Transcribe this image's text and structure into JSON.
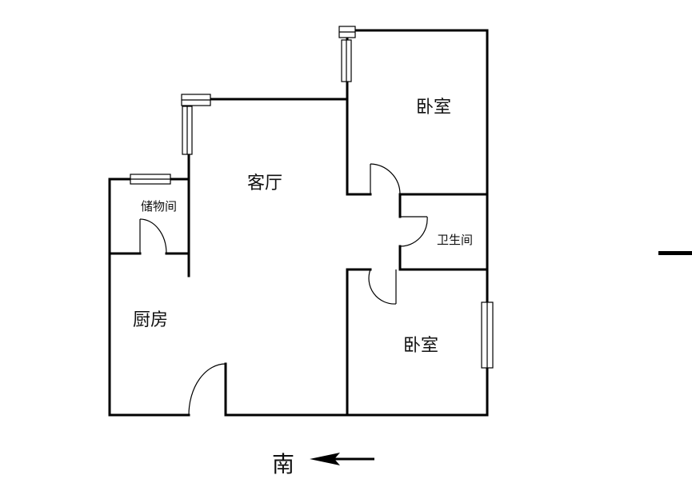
{
  "rooms": {
    "bedroom_top": "卧室",
    "living_room": "客厅",
    "storage": "储物间",
    "bathroom": "卫生间",
    "kitchen": "厨房",
    "bedroom_bottom": "卧室"
  },
  "compass": {
    "label": "南"
  }
}
